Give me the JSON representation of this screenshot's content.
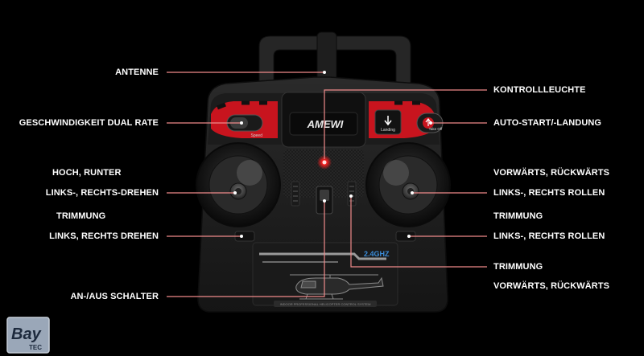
{
  "diagram": {
    "labels_left": [
      {
        "id": "antenne",
        "text": "ANTENNE"
      },
      {
        "id": "dual-rate",
        "text": "GESCHWINDIGKEIT DUAL RATE"
      },
      {
        "id": "hoch-runter",
        "text": "HOCH, RUNTER"
      },
      {
        "id": "links-rechts-drehen",
        "text": "LINKS-, RECHTS-DREHEN"
      },
      {
        "id": "trimmung-left",
        "text": "TRIMMUNG"
      },
      {
        "id": "trim-drehen",
        "text": "LINKS, RECHTS DREHEN"
      },
      {
        "id": "power-switch",
        "text": "AN-/AUS SCHALTER"
      }
    ],
    "labels_right": [
      {
        "id": "kontrollleuchte",
        "text": "KONTROLLLEUCHTE"
      },
      {
        "id": "auto-start",
        "text": "AUTO-START/-LANDUNG"
      },
      {
        "id": "vor-rueck",
        "text": "VORWÄRTS, RÜCKWÄRTS"
      },
      {
        "id": "rollen",
        "text": "LINKS-, RECHTS ROLLEN"
      },
      {
        "id": "trimmung-right",
        "text": "TRIMMUNG"
      },
      {
        "id": "trim-rollen",
        "text": "LINKS-, RECHTS ROLLEN"
      },
      {
        "id": "trimmung-bottom",
        "text": "TRIMMUNG"
      },
      {
        "id": "trim-vor-rueck",
        "text": "VORWÄRTS, RÜCKWÄRTS"
      }
    ],
    "device_text": {
      "brand": "AMEWI",
      "frequency": "2.4GHZ",
      "landing_button": "Landing",
      "takeoff_button": "Take Off",
      "speed_switch": "Speed",
      "bottom_strip": "INDOOR PROFESSIONAL HELICOPTER CONTROL SYSTEM"
    },
    "leader_line_color": "#f08a8a",
    "accent_red": "#c8141e",
    "led_color": "#ff2020",
    "watermark": "BayTec"
  }
}
